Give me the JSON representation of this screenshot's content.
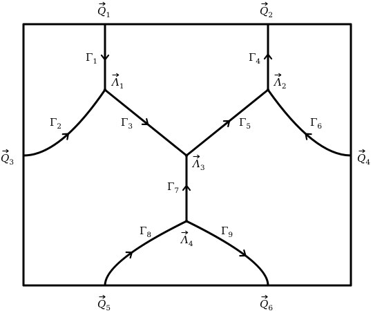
{
  "diagram": {
    "boundary_points": [
      {
        "id": "Q1",
        "symbol": "Q",
        "subscript": "1",
        "vector": true
      },
      {
        "id": "Q2",
        "symbol": "Q",
        "subscript": "2",
        "vector": true
      },
      {
        "id": "Q3",
        "symbol": "Q",
        "subscript": "3",
        "vector": true
      },
      {
        "id": "Q4",
        "symbol": "Q",
        "subscript": "4",
        "vector": true
      },
      {
        "id": "Q5",
        "symbol": "Q",
        "subscript": "5",
        "vector": true
      },
      {
        "id": "Q6",
        "symbol": "Q",
        "subscript": "6",
        "vector": true
      }
    ],
    "vertices": [
      {
        "id": "L1",
        "symbol": "Λ",
        "subscript": "1",
        "vector": true
      },
      {
        "id": "L2",
        "symbol": "Λ",
        "subscript": "2",
        "vector": true
      },
      {
        "id": "L3",
        "symbol": "Λ",
        "subscript": "3",
        "vector": true
      },
      {
        "id": "L4",
        "symbol": "Λ",
        "subscript": "4",
        "vector": true
      }
    ],
    "edges": [
      {
        "id": "G1",
        "symbol": "Γ",
        "subscript": "1",
        "from": "Q1",
        "to": "L1"
      },
      {
        "id": "G2",
        "symbol": "Γ",
        "subscript": "2",
        "from": "Q3",
        "to": "L1"
      },
      {
        "id": "G3",
        "symbol": "Γ",
        "subscript": "3",
        "from": "L1",
        "to": "L3"
      },
      {
        "id": "G4",
        "symbol": "Γ",
        "subscript": "4",
        "from": "L2",
        "to": "Q2"
      },
      {
        "id": "G5",
        "symbol": "Γ",
        "subscript": "5",
        "from": "L3",
        "to": "L2"
      },
      {
        "id": "G6",
        "symbol": "Γ",
        "subscript": "6",
        "from": "Q4",
        "to": "L2"
      },
      {
        "id": "G7",
        "symbol": "Γ",
        "subscript": "7",
        "from": "L4",
        "to": "L3"
      },
      {
        "id": "G8",
        "symbol": "Γ",
        "subscript": "8",
        "from": "Q5",
        "to": "L4"
      },
      {
        "id": "G9",
        "symbol": "Γ",
        "subscript": "9",
        "from": "L4",
        "to": "Q6"
      }
    ]
  }
}
